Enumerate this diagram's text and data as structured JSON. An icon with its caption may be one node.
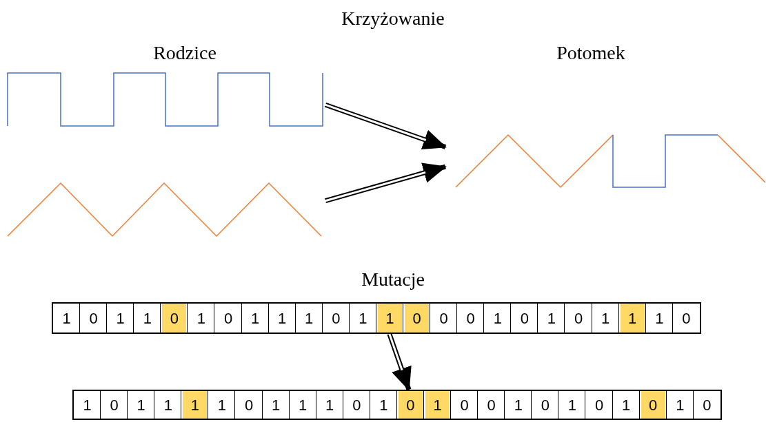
{
  "diagram": {
    "title": "Krzyżowanie",
    "nodes": [
      {
        "text": [],
        "shape": "picture"
      },
      {
        "text": [],
        "shape": "picture"
      },
      {
        "text": [],
        "shape": "picture"
      },
      {
        "text": [],
        "shape": "bar"
      },
      {
        "text": [
          "1"
        ],
        "in": 3
      },
      {
        "text": [
          "0"
        ],
        "in": 3
      },
      {
        "text": [
          "1"
        ],
        "in": 3
      },
      {
        "text": [
          "1"
        ],
        "in": 3
      },
      {
        "text": [
          "0"
        ],
        "in": 3
      },
      {
        "text": [
          "1"
        ],
        "in": 3
      },
      {
        "text": [
          "0"
        ],
        "in": 3
      },
      {
        "text": [
          "1"
        ],
        "in": 3
      },
      {
        "text": [
          "1"
        ],
        "in": 3
      },
      {
        "text": [
          "1"
        ],
        "in": 3
      },
      {
        "text": [
          "0"
        ],
        "in": 3
      },
      {
        "text": [
          "1"
        ],
        "in": 3
      },
      {
        "text": [
          "1"
        ],
        "in": 3
      },
      {
        "text": [
          "0"
        ],
        "in": 3
      },
      {
        "text": [
          "0"
        ],
        "in": 3
      },
      {
        "text": [
          "0"
        ],
        "in": 3
      },
      {
        "text": [
          "1"
        ],
        "in": 3
      },
      {
        "text": [
          "0"
        ],
        "in": 3
      },
      {
        "text": [
          "1"
        ],
        "in": 3
      },
      {
        "text": [
          "0"
        ],
        "in": 3
      },
      {
        "text": [
          "1"
        ],
        "in": 3
      },
      {
        "text": [
          "1"
        ],
        "in": 3
      },
      {
        "text": [
          "1"
        ],
        "in": 3
      },
      {
        "text": [
          "0"
        ],
        "in": 3
      },
      {
        "text": [],
        "shape": "bar"
      },
      {
        "text": [
          "1"
        ],
        "in": 28
      },
      {
        "text": [
          "0"
        ],
        "in": 28
      },
      {
        "text": [
          "1"
        ],
        "in": 28
      },
      {
        "text": [
          "1"
        ],
        "in": 28
      },
      {
        "text": [
          "1"
        ],
        "in": 28
      },
      {
        "text": [
          "1"
        ],
        "in": 28
      },
      {
        "text": [
          "0"
        ],
        "in": 28
      },
      {
        "text": [
          "1"
        ],
        "in": 28
      },
      {
        "text": [
          "1"
        ],
        "in": 28
      },
      {
        "text": [
          "1"
        ],
        "in": 28
      },
      {
        "text": [
          "0"
        ],
        "in": 28
      },
      {
        "text": [
          "1"
        ],
        "in": 28
      },
      {
        "text": [
          "0"
        ],
        "in": 28
      },
      {
        "text": [
          "1"
        ],
        "in": 28
      },
      {
        "text": [
          "0"
        ],
        "in": 28
      },
      {
        "text": [
          "0"
        ],
        "in": 28
      },
      {
        "text": [
          "1"
        ],
        "in": 28
      },
      {
        "text": [
          "0"
        ],
        "in": 28
      },
      {
        "text": [
          "1"
        ],
        "in": 28
      },
      {
        "text": [
          "0"
        ],
        "in": 28
      },
      {
        "text": [
          "1"
        ],
        "in": 28
      },
      {
        "text": [
          "0"
        ],
        "in": 28
      },
      {
        "text": [
          "1"
        ],
        "in": 28
      },
      {
        "text": [
          "0"
        ],
        "in": 28
      }
    ],
    "edges": [
      {
        "from": 0,
        "to": 2,
        "arrow": "to"
      },
      {
        "from": 1,
        "to": 2,
        "arrow": "to"
      },
      {
        "from": 3,
        "to": 28,
        "arrow": "to"
      }
    ],
    "labels": [
      "Rodzice",
      "Potomek",
      "Mutacje"
    ]
  }
}
